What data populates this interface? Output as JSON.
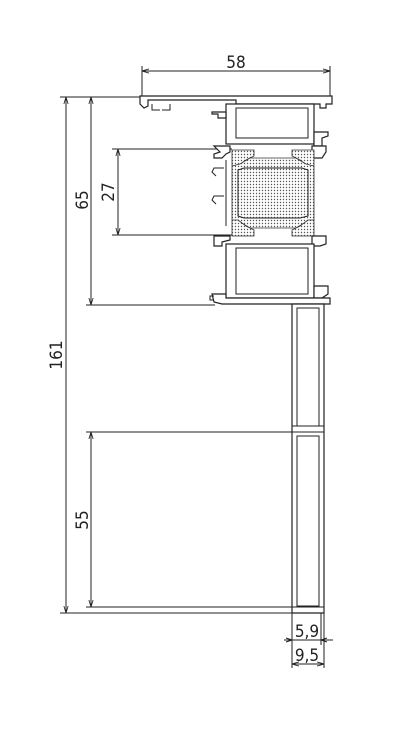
{
  "dimensions": {
    "width_top": "58",
    "height_total": "161",
    "height_upper": "65",
    "height_glass": "27",
    "height_lower": "55",
    "bottom_inner": "5,9",
    "bottom_outer": "9,5"
  }
}
